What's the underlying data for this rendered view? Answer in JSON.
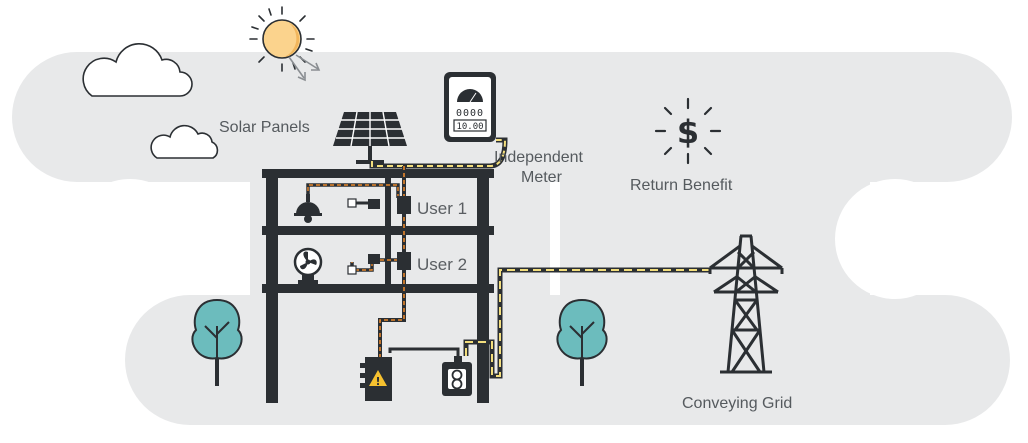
{
  "labels": {
    "solar_panels": "Solar Panels",
    "independent_meter_line1": "Independent",
    "independent_meter_line2": "Meter",
    "return_benefit": "Return Benefit",
    "user_1": "User 1",
    "user_2": "User 2",
    "conveying_grid": "Conveying Grid"
  },
  "meter_display": {
    "dots": "0000",
    "reading": "10.00"
  },
  "benefit_symbol": "$",
  "colors": {
    "background_blob": "#e8e9ea",
    "structure": "#2b2f33",
    "cable_orange": "#e8872b",
    "cable_yellow": "#f3de7d",
    "tree_teal": "#6cbcbd",
    "sun_fill": "#fbd38d",
    "warning_yellow": "#f6c12f",
    "label_gray": "#555a5e"
  }
}
